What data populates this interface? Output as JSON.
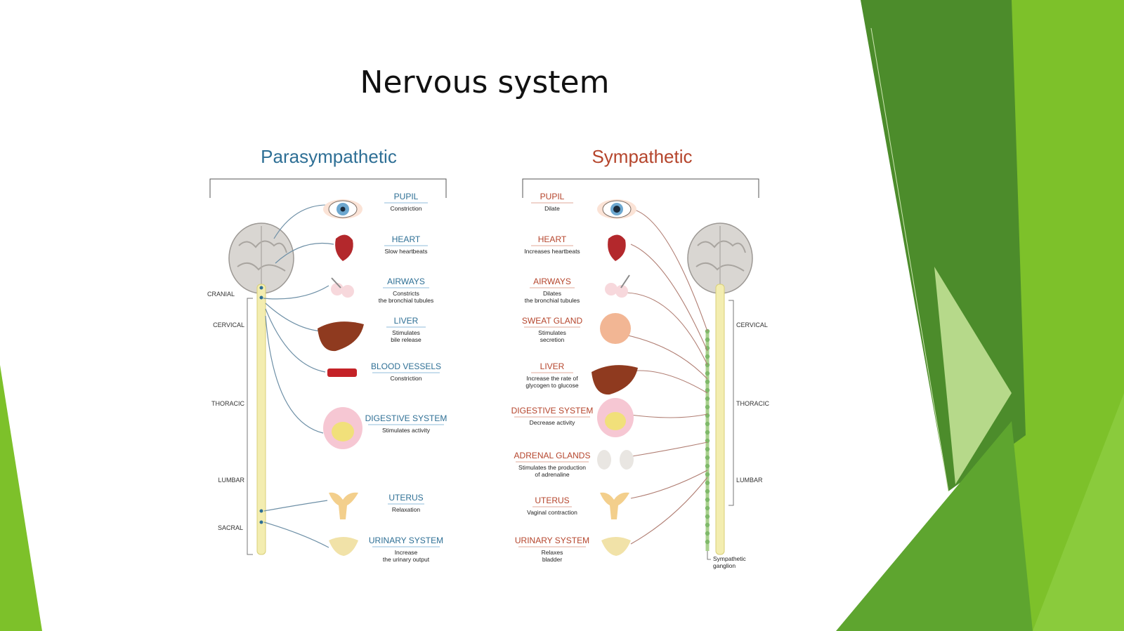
{
  "slide": {
    "title": "Nervous system"
  },
  "colors": {
    "accent_green": "#7dc12a",
    "dark_green": "#4c8c2b",
    "para_blue": "#2e6f95",
    "symp_red": "#b5452c"
  },
  "parasympathetic": {
    "title": "Parasympathetic",
    "organs": [
      {
        "name": "PUPIL",
        "desc": [
          "Constriction"
        ]
      },
      {
        "name": "HEART",
        "desc": [
          "Slow heartbeats"
        ]
      },
      {
        "name": "AIRWAYS",
        "desc": [
          "Constricts",
          "the bronchial tubules"
        ]
      },
      {
        "name": "LIVER",
        "desc": [
          "Stimulates",
          "bile release"
        ]
      },
      {
        "name": "BLOOD VESSELS",
        "desc": [
          "Constriction"
        ]
      },
      {
        "name": "DIGESTIVE SYSTEM",
        "desc": [
          "Stimulates activity"
        ]
      },
      {
        "name": "UTERUS",
        "desc": [
          "Relaxation"
        ]
      },
      {
        "name": "URINARY SYSTEM",
        "desc": [
          "Increase",
          "the urinary output"
        ]
      }
    ],
    "segments": [
      "CRANIAL",
      "CERVICAL",
      "THORACIC",
      "LUMBAR",
      "SACRAL"
    ]
  },
  "sympathetic": {
    "title": "Sympathetic",
    "organs": [
      {
        "name": "PUPIL",
        "desc": [
          "Dilate"
        ]
      },
      {
        "name": "HEART",
        "desc": [
          "Increases heartbeats"
        ]
      },
      {
        "name": "AIRWAYS",
        "desc": [
          "Dilates",
          "the bronchial tubules"
        ]
      },
      {
        "name": "SWEAT GLAND",
        "desc": [
          "Stimulates",
          "secretion"
        ]
      },
      {
        "name": "LIVER",
        "desc": [
          "Increase the rate of",
          "glycogen to glucose"
        ]
      },
      {
        "name": "DIGESTIVE SYSTEM",
        "desc": [
          "Decrease activity"
        ]
      },
      {
        "name": "ADRENAL GLANDS",
        "desc": [
          "Stimulates the production",
          "of adrenaline"
        ]
      },
      {
        "name": "UTERUS",
        "desc": [
          "Vaginal contraction"
        ]
      },
      {
        "name": "URINARY SYSTEM",
        "desc": [
          "Relaxes",
          "bladder"
        ]
      }
    ],
    "segments": [
      "CERVICAL",
      "THORACIC",
      "LUMBAR"
    ],
    "ganglion_label": [
      "Sympathetic",
      "ganglion"
    ]
  }
}
